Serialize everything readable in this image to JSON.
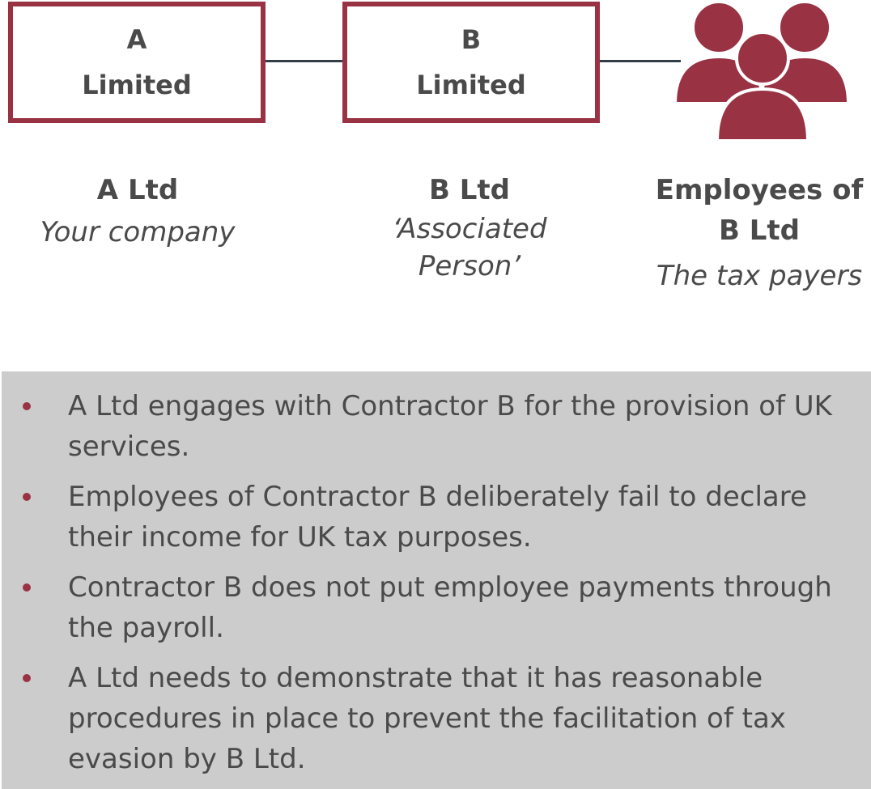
{
  "entities": [
    {
      "id": "a",
      "box_line1": "A",
      "box_line2": "Limited",
      "title": "A Ltd",
      "subtitle": "Your company"
    },
    {
      "id": "b",
      "box_line1": "B",
      "box_line2": "Limited",
      "title": "B Ltd",
      "subtitle": "‘Associated Person’"
    },
    {
      "id": "employees",
      "icon": "people-group-icon",
      "title": "Employees of B Ltd",
      "subtitle": "The tax payers"
    }
  ],
  "bullets": [
    "A Ltd engages with Contractor B for the provision of UK services.",
    "Employees of Contractor B deliberately fail to declare their income for UK tax purposes.",
    "Contractor B does not put employee payments through the payroll.",
    "A Ltd needs to demonstrate that it has reasonable procedures in place to prevent the facilitation of tax evasion by B Ltd."
  ],
  "colors": {
    "accent": "#993344",
    "connector": "#333e48",
    "panel": "#cccccc",
    "text": "#4a4a4a"
  }
}
